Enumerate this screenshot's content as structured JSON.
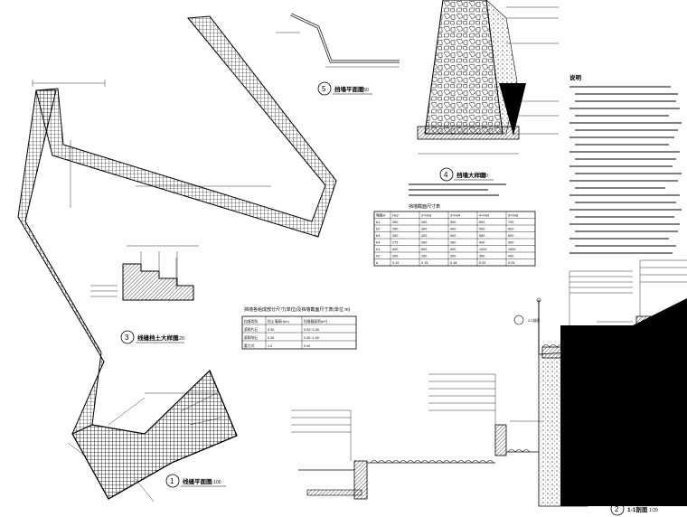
{
  "views": [
    {
      "id": "1",
      "title": "线缝平面图",
      "scale": "1:100"
    },
    {
      "id": "2",
      "title": "1-1剖面",
      "scale": "1:20"
    },
    {
      "id": "3",
      "title": "线缝挡土大样图",
      "scale": "1:20"
    },
    {
      "id": "4",
      "title": "挡墙大样图",
      "scale": "1:20"
    },
    {
      "id": "5",
      "title": "挡墙平面图",
      "scale": "1:50"
    }
  ],
  "table1": {
    "title": "挡墙各组成部分尺寸(单位)及挡墙截面尺寸表(单位 m)",
    "rows": [
      [
        "挡墙类别",
        "挡土墙高H(m)",
        "挡墙截面积(m²)"
      ],
      [
        "浆砌片石",
        "0.30",
        "0.90~0.30"
      ],
      [
        "浆砌块石",
        "0.30",
        "0.30~1.00"
      ],
      [
        "重力式",
        "1.0",
        "0.40"
      ]
    ]
  },
  "table2": {
    "title": "挡墙截面尺寸表",
    "header": [
      "墙高H",
      "H≤2",
      "2<H≤3",
      "3<H≤4",
      "4<H≤5",
      "5<H≤6"
    ],
    "rows": [
      [
        "b1",
        "300",
        "400",
        "500",
        "600",
        "700"
      ],
      [
        "b2",
        "250",
        "300",
        "400",
        "500",
        "600"
      ],
      [
        "b3",
        "300",
        "420",
        "500",
        "550",
        "600"
      ],
      [
        "b4",
        "275",
        "300",
        "350",
        "400",
        "500"
      ],
      [
        "h1",
        "400",
        "600",
        "900",
        "1200",
        "1500"
      ],
      [
        "h2",
        "200",
        "250",
        "300",
        "350",
        "400"
      ],
      [
        "α",
        "0.10",
        "0.15",
        "0.18",
        "0.20",
        "0.25"
      ]
    ]
  },
  "notes_title": "说明",
  "legend_2": "2-2剖面",
  "colors": {
    "ink": "#000000",
    "paper": "#ffffff"
  }
}
